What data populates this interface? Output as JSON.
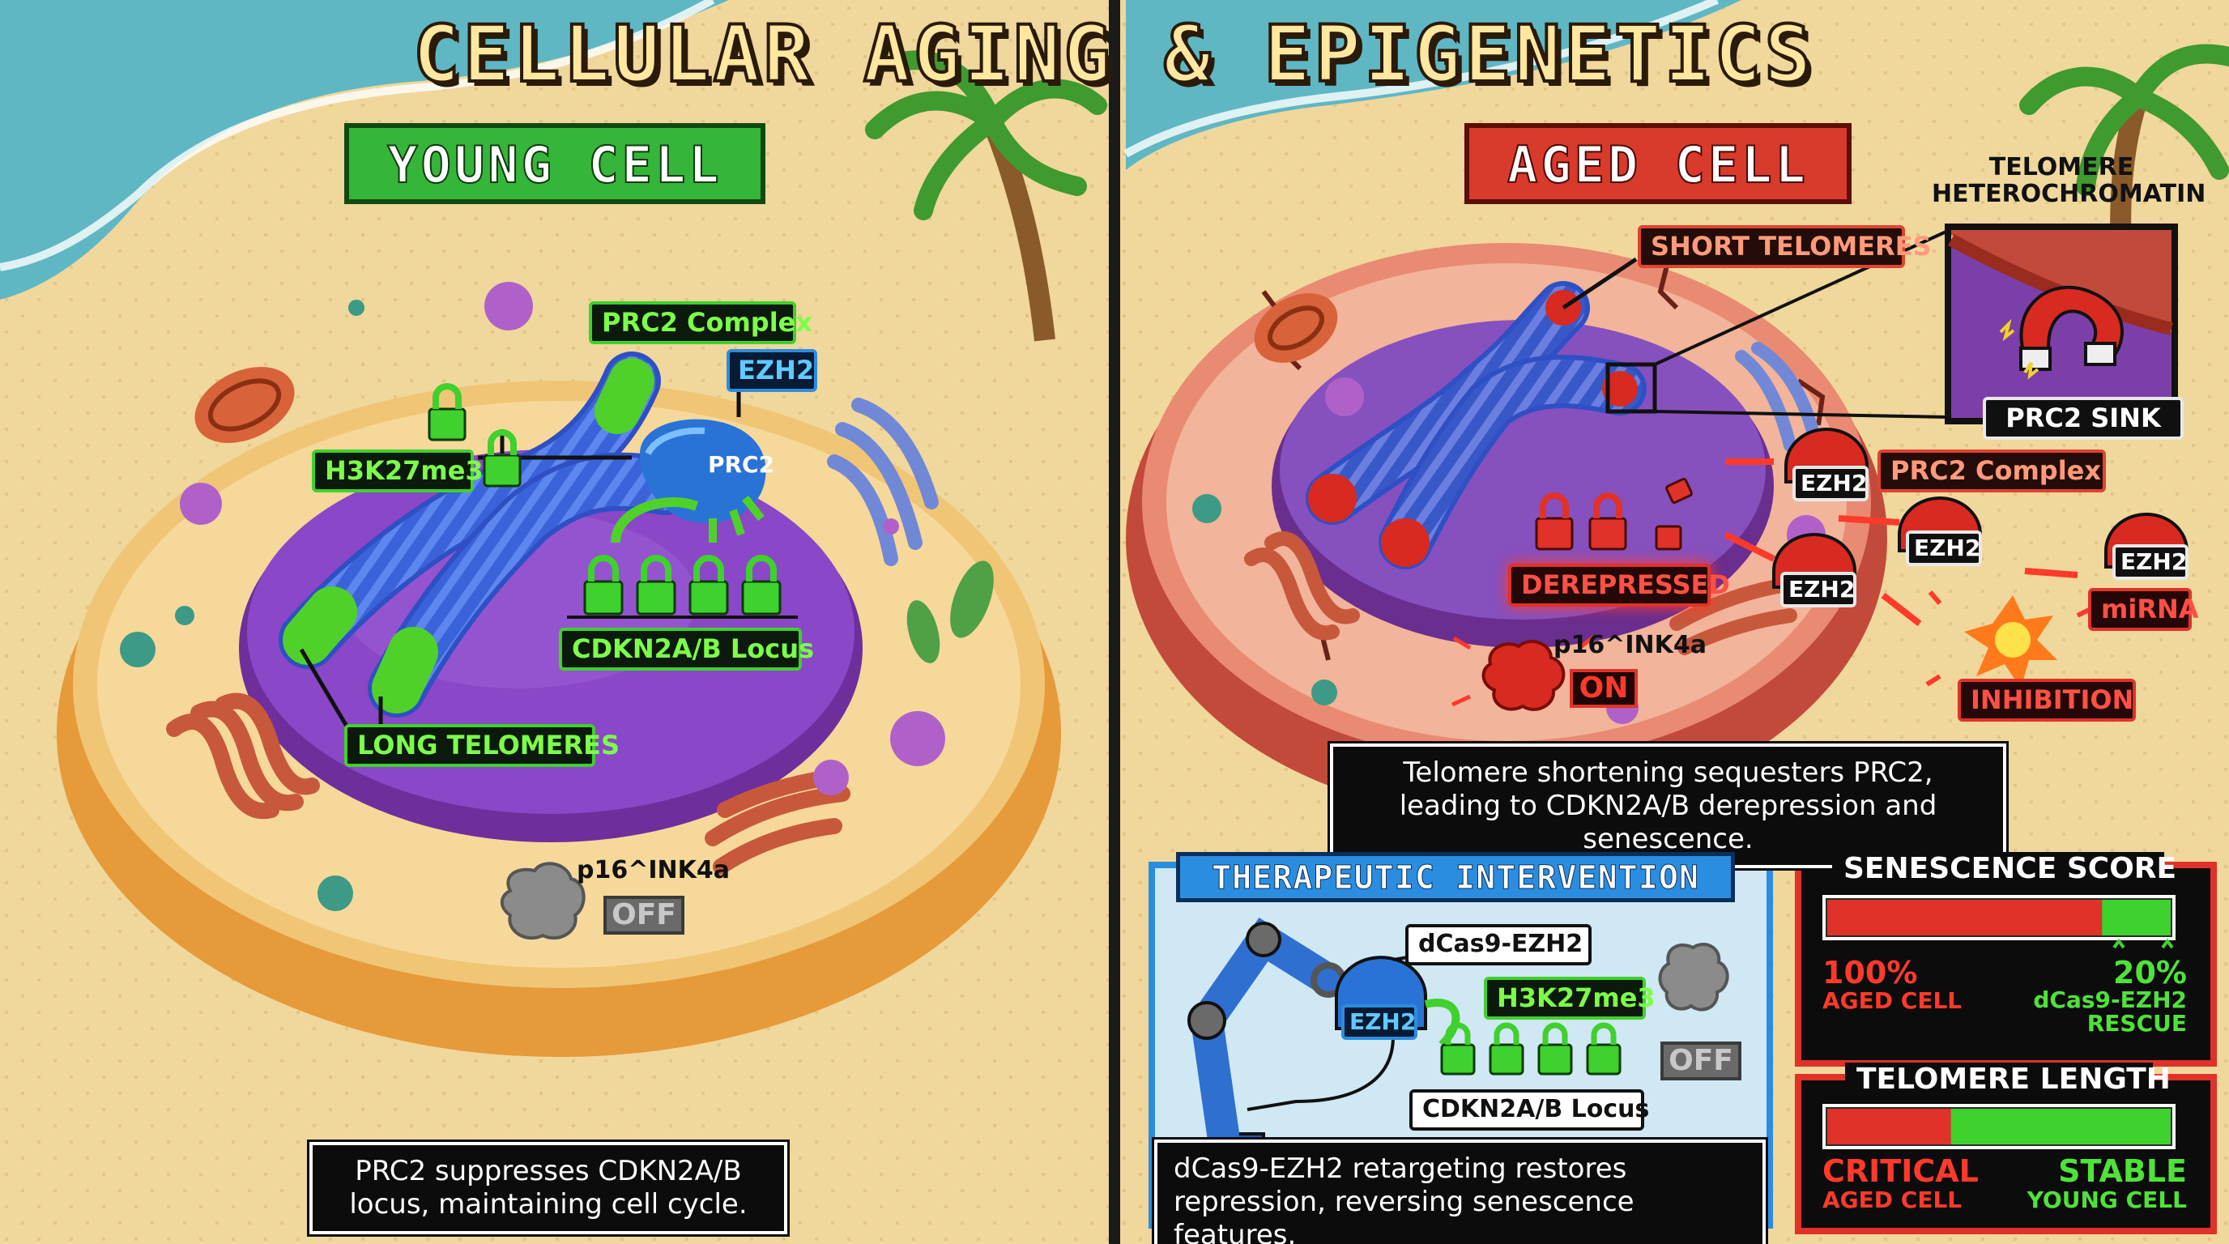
{
  "title": "CELLULAR AGING & EPIGENETICS",
  "young": {
    "header": "YOUNG CELL",
    "prc2_complex": "PRC2 Complex",
    "ezh2": "EZH2",
    "prc2": "PRC2",
    "h3k27me3": "H3K27me3",
    "locus": "CDKN2A/B Locus",
    "telomeres": "LONG TELOMERES",
    "p16": "p16^INK4a",
    "p16_state": "OFF",
    "caption": "PRC2 suppresses CDKN2A/B locus, maintaining cell cycle."
  },
  "aged": {
    "header": "AGED CELL",
    "telomeres": "SHORT TELOMERES",
    "inset_title": "TELOMERE HETEROCHROMATIN",
    "inset_label": "PRC2 SINK",
    "prc2_complex": "PRC2 Complex",
    "ezh2": "EZH2",
    "mirna": "miRNA",
    "derepressed": "DEREPRESSED",
    "inhibition": "INHIBITION",
    "p16": "p16^INK4a",
    "p16_state": "ON",
    "caption": "Telomere shortening sequesters PRC2, leading to CDKN2A/B derepression and senescence."
  },
  "therapy": {
    "header": "THERAPEUTIC INTERVENTION",
    "dcas9": "dCas9-EZH2",
    "ezh2": "EZH2",
    "h3k27me3": "H3K27me3",
    "locus": "CDKN2A/B Locus",
    "state": "OFF",
    "caption": "dCas9-EZH2 retargeting restores repression, reversing senescence features."
  },
  "senescence": {
    "title": "SENESCENCE SCORE",
    "left_value": "100%",
    "left_label": "AGED CELL",
    "right_value": "20%",
    "right_label": "dCas9-EZH2 RESCUE",
    "rescue_fraction": 0.2
  },
  "telomere_length": {
    "title": "TELOMERE LENGTH",
    "left_value": "CRITICAL",
    "left_label": "AGED CELL",
    "right_value": "STABLE",
    "right_label": "YOUNG CELL",
    "critical_fraction": 0.36
  },
  "colors": {
    "young_accent": "#3fd12d",
    "aged_accent": "#e03228",
    "therapy_accent": "#2b8de0",
    "sand": "#efd79c",
    "nucleus": "#8a47c7"
  }
}
